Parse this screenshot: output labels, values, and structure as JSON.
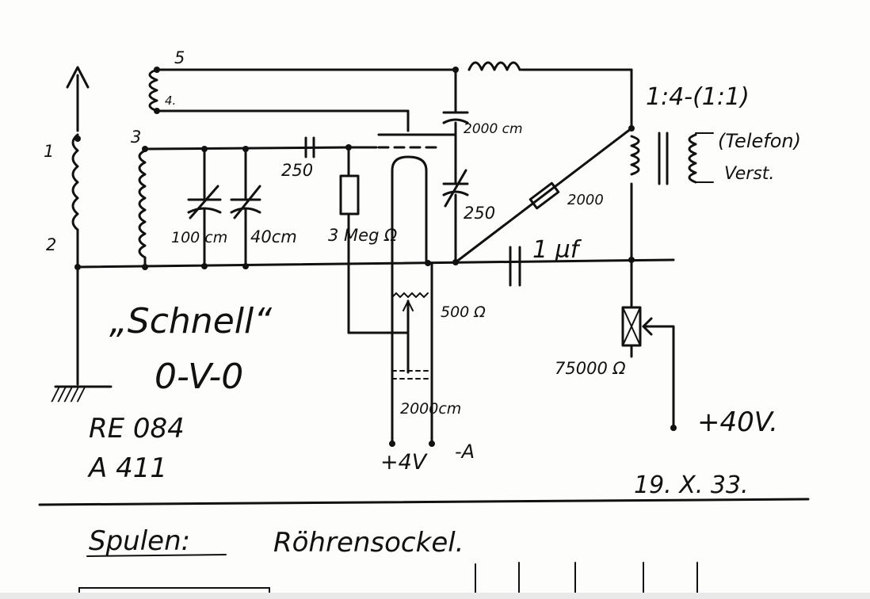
{
  "labels": {
    "tap_5": "5",
    "tap_4": "4.",
    "tap_3": "3",
    "tap_1": "1",
    "tap_2": "2",
    "cap_250_grid": "250",
    "cap_2000cm": "2000 cm",
    "cap_250_react": "250",
    "choke_2000": "2000",
    "cap_1uf": "1 µf",
    "cap_100cm": "100 cm",
    "cap_40cm": "40cm",
    "res_3meg": "3 Meg Ω",
    "pot_500": "500 Ω",
    "res_75000": "75000 Ω",
    "cap_2000cm_heater": "2000cm",
    "plus_4v": "+4V",
    "minus_a": "-A",
    "plus_40v": "+40V.",
    "ratio": "1:4-(1:1)",
    "telefon": "(Telefon)",
    "verst": "Verst.",
    "ground": "/////"
  },
  "title": {
    "name": "„Schnell“",
    "circuit": "0-V-0"
  },
  "tubes": {
    "line1": "RE 084",
    "line2": "A 411"
  },
  "date": "19. X. 33.",
  "footer": {
    "left": "Spulen:",
    "right": "Röhrensockel."
  }
}
